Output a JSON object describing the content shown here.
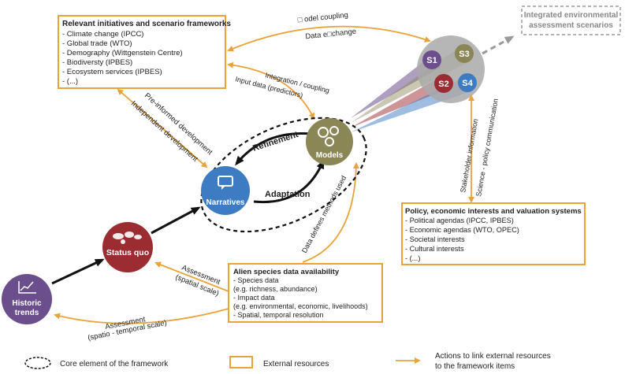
{
  "boxes": {
    "initiatives": {
      "title": "Relevant initiatives and scenario frameworks",
      "items": [
        "- Climate change (IPCC)",
        "- Global trade (WTO)",
        "- Demography (Wittgenstein Centre)",
        "- Biodiversty (IPBES)",
        "- Ecosystem services (IPBES)",
        "- (...)"
      ]
    },
    "policy": {
      "title": "Policy, economic interests and valuation systems",
      "items": [
        "- Political agendas (IPCC, IPBES)",
        "- Economic agendas (WTO, OPEC)",
        "- Societal interests",
        "- Cultural interests",
        "- (...)"
      ]
    },
    "alien": {
      "title": "Alien species data availability",
      "items": [
        "- Species data",
        "(e.g. richness, abundance)",
        "- Impact data",
        "(e.g. environmental, economic, livelihoods)",
        "- Spatial, temporal resolution"
      ]
    },
    "integrated": {
      "line1": "Integrated environmental",
      "line2": "assessment scenarios"
    }
  },
  "nodes": {
    "historic": {
      "line1": "Historic",
      "line2": "trends",
      "color": "#6b4f8c"
    },
    "status": {
      "label": "Status quo",
      "color": "#9b2c32"
    },
    "narratives": {
      "label": "Narratives",
      "color": "#3d7cc2"
    },
    "models": {
      "label": "Models",
      "color": "#8a8656"
    }
  },
  "scenarios": [
    "S1",
    "S3",
    "S2",
    "S4"
  ],
  "scenario_colors": [
    "#6b4f8c",
    "#8a8656",
    "#9b2c32",
    "#3d7cc2"
  ],
  "links": {
    "model_coupling": "□ odel coupling",
    "data_exchange": "Data e□change",
    "integration": "Integration / coupling",
    "input_data": "Input data (predictors)",
    "pre_informed": "Pre-informed development",
    "independent": "Independent development",
    "refinement": "Refinement",
    "adaptation": "Adaptation",
    "data_defines": "Data defines methods used",
    "assessment_spatial_1": "Assessment",
    "assessment_spatial_2": "(spatial scale)",
    "assessment_st_1": "Assessment",
    "assessment_st_2": "(spatio - temporal scale)",
    "stakeholder": "Stakeholder information",
    "science_policy": "Science - policy communication"
  },
  "legend": {
    "core": "Core element of the framework",
    "external": "External resources",
    "actions_1": "Actions to link external resources",
    "actions_2": "to the framework items"
  },
  "colors": {
    "orange": "#e8a33a",
    "gray": "#9a9a9a"
  }
}
